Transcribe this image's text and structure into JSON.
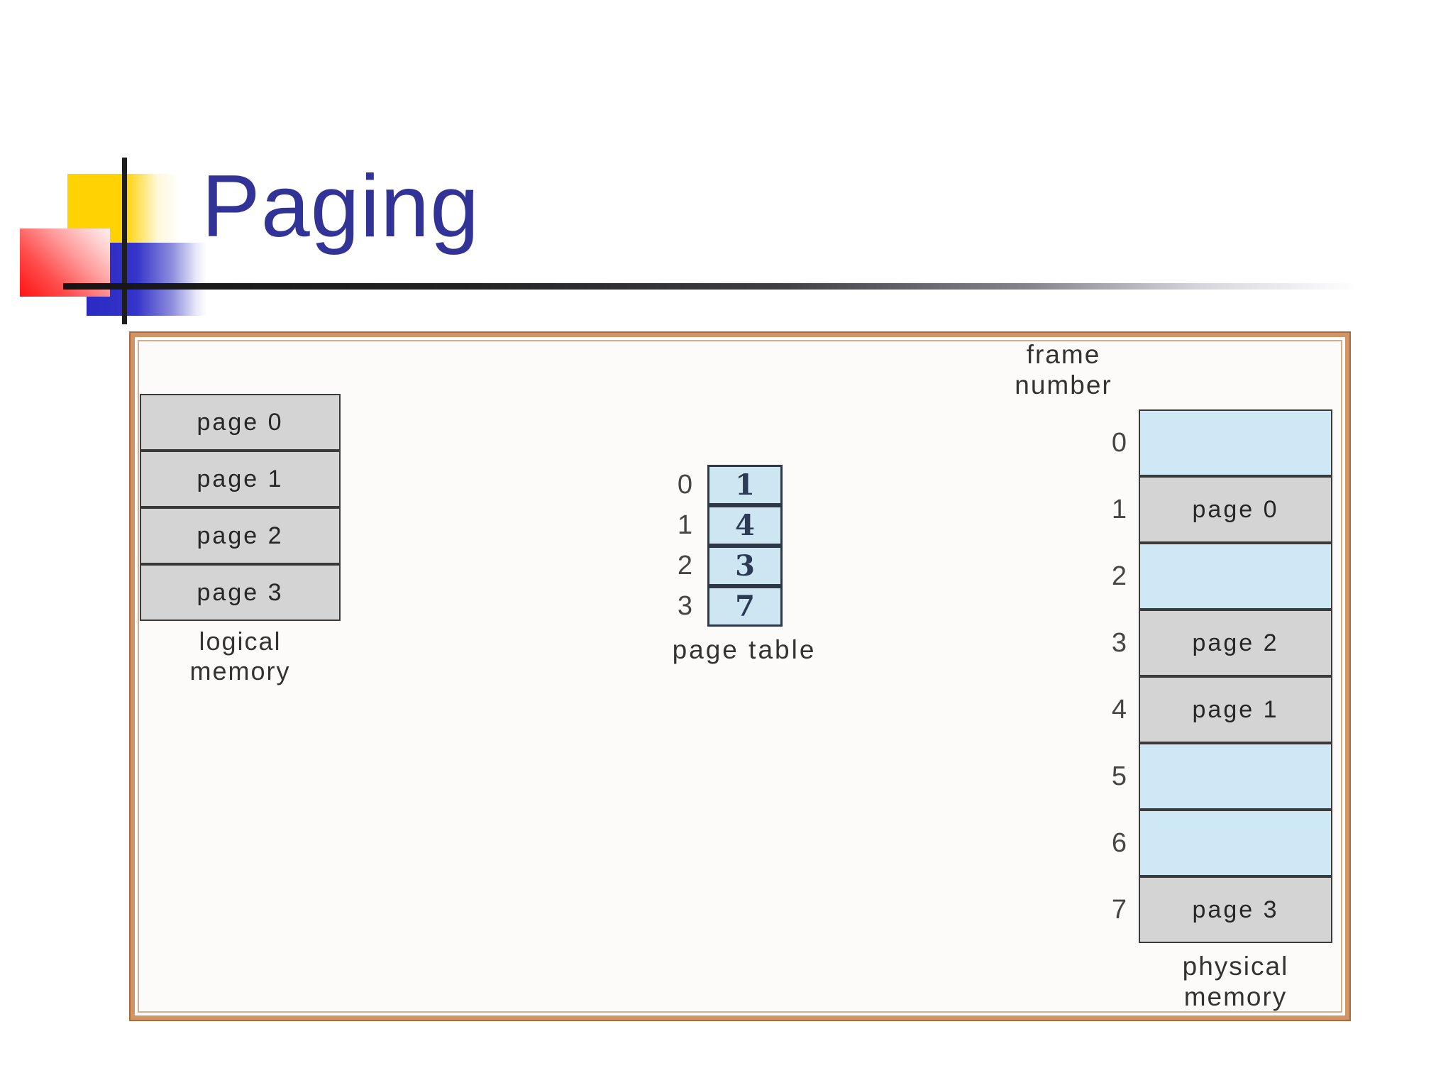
{
  "slide": {
    "title": "Paging"
  },
  "diagram": {
    "frame_number_label": {
      "line1": "frame",
      "line2": "number"
    },
    "logical_memory": {
      "pages": [
        "page 0",
        "page 1",
        "page 2",
        "page 3"
      ],
      "label_line1": "logical",
      "label_line2": "memory"
    },
    "page_table": {
      "label": "page table",
      "rows": [
        {
          "index": "0",
          "value": "1"
        },
        {
          "index": "1",
          "value": "4"
        },
        {
          "index": "2",
          "value": "3"
        },
        {
          "index": "3",
          "value": "7"
        }
      ]
    },
    "physical_memory": {
      "frames": [
        {
          "index": "0",
          "content": ""
        },
        {
          "index": "1",
          "content": "page 0"
        },
        {
          "index": "2",
          "content": ""
        },
        {
          "index": "3",
          "content": "page 2"
        },
        {
          "index": "4",
          "content": "page 1"
        },
        {
          "index": "5",
          "content": ""
        },
        {
          "index": "6",
          "content": ""
        },
        {
          "index": "7",
          "content": "page 3"
        }
      ],
      "label_line1": "physical",
      "label_line2": "memory"
    }
  },
  "colors": {
    "title_indigo": "#323397",
    "frame_tan": "#c8875c",
    "box_gray": "#d4d4d4",
    "box_blue": "#cfe8f5",
    "deco_yellow": "#ffd203",
    "deco_red": "#ff1212",
    "deco_blue": "#2b2bc4"
  }
}
